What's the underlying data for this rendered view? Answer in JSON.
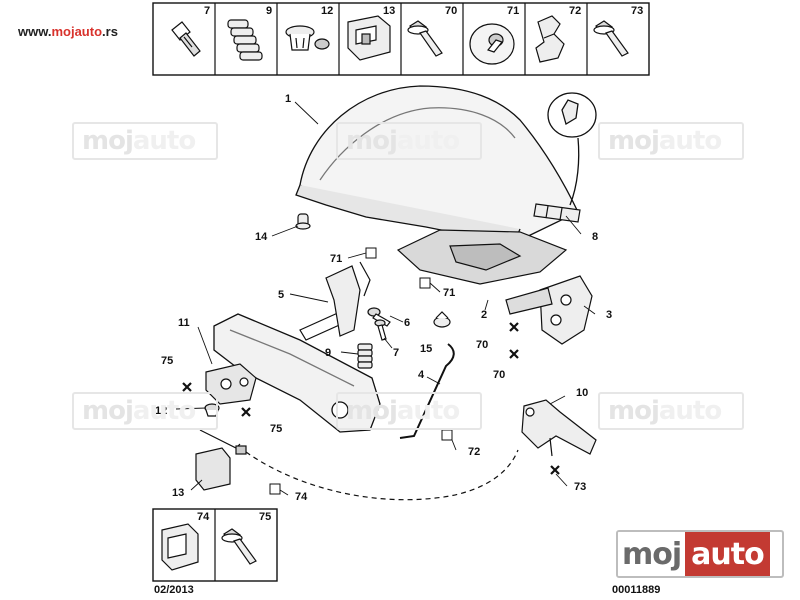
{
  "site": {
    "prefix": "www.",
    "brand": "mojauto",
    "suffix": ".rs"
  },
  "watermark": {
    "part1": "moj",
    "part2": "auto"
  },
  "logo": {
    "part1": "moj",
    "part2": "auto"
  },
  "footer": {
    "date": "02/2013",
    "ref": "00011889"
  },
  "top_strip": [
    {
      "num": "7",
      "icon": "bolt-icon"
    },
    {
      "num": "9",
      "icon": "bellows-spring-icon"
    },
    {
      "num": "12",
      "icon": "push-clip-icon"
    },
    {
      "num": "13",
      "icon": "latch-block-icon"
    },
    {
      "num": "70",
      "icon": "flange-bolt-icon"
    },
    {
      "num": "71",
      "icon": "round-clip-icon"
    },
    {
      "num": "72",
      "icon": "cable-clip-icon"
    },
    {
      "num": "73",
      "icon": "flange-bolt-icon"
    }
  ],
  "bottom_strip": [
    {
      "num": "74",
      "icon": "cable-clip-icon"
    },
    {
      "num": "75",
      "icon": "flange-bolt-icon"
    }
  ],
  "callouts": [
    {
      "id": "c1",
      "num": "1"
    },
    {
      "id": "c2",
      "num": "2"
    },
    {
      "id": "c3",
      "num": "3"
    },
    {
      "id": "c4",
      "num": "4"
    },
    {
      "id": "c5",
      "num": "5"
    },
    {
      "id": "c6",
      "num": "6"
    },
    {
      "id": "c7",
      "num": "7"
    },
    {
      "id": "c8",
      "num": "8"
    },
    {
      "id": "c9",
      "num": "9"
    },
    {
      "id": "c10",
      "num": "10"
    },
    {
      "id": "c11",
      "num": "11"
    },
    {
      "id": "c12",
      "num": "12"
    },
    {
      "id": "c13",
      "num": "13"
    },
    {
      "id": "c14",
      "num": "14"
    },
    {
      "id": "c15",
      "num": "15"
    },
    {
      "id": "c70a",
      "num": "70"
    },
    {
      "id": "c70b",
      "num": "70"
    },
    {
      "id": "c71a",
      "num": "71"
    },
    {
      "id": "c71b",
      "num": "71"
    },
    {
      "id": "c72",
      "num": "72"
    },
    {
      "id": "c73",
      "num": "73"
    },
    {
      "id": "c74",
      "num": "74"
    },
    {
      "id": "c75a",
      "num": "75"
    },
    {
      "id": "c75b",
      "num": "75"
    }
  ]
}
